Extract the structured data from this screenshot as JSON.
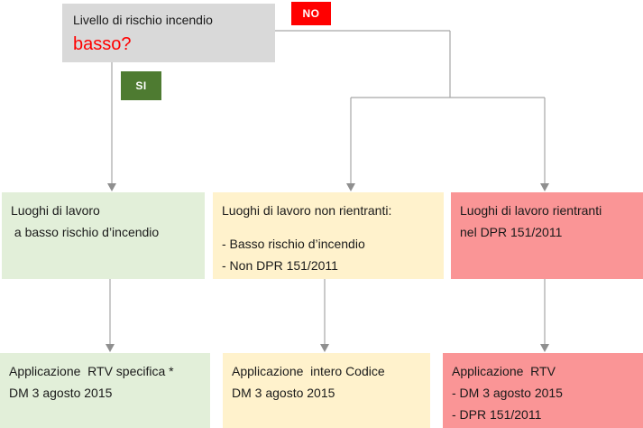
{
  "palette": {
    "decision_bg": "#d9d9d9",
    "no_bg": "#ff0000",
    "si_bg": "#4e7b31",
    "green_bg": "#e2efd9",
    "yellow_bg": "#fff2cc",
    "pink_bg": "#fa9596",
    "question_color": "#ff0000",
    "line_color": "#a6a6a6",
    "arrow_color": "#8f8f8f"
  },
  "decision": {
    "line1": "Livello di rischio incendio",
    "question": "basso?"
  },
  "branches": {
    "no_label": "NO",
    "yes_label": "SI"
  },
  "middle_row": {
    "green": {
      "lines": [
        "Luoghi di lavoro",
        " a basso rischio d’incendio"
      ]
    },
    "yellow": {
      "lines": [
        "Luoghi di lavoro non rientranti:",
        "- Basso rischio d’incendio",
        "- Non DPR 151/2011"
      ]
    },
    "pink": {
      "lines": [
        "Luoghi di lavoro rientranti",
        "nel DPR 151/2011"
      ]
    }
  },
  "bottom_row": {
    "green": {
      "lines": [
        "Applicazione  RTV specifica *",
        "DM 3 agosto 2015"
      ]
    },
    "yellow": {
      "lines": [
        "Applicazione  intero Codice",
        "DM 3 agosto 2015"
      ]
    },
    "pink": {
      "lines": [
        "Applicazione  RTV",
        "- DM 3 agosto 2015",
        "- DPR 151/2011"
      ]
    }
  }
}
